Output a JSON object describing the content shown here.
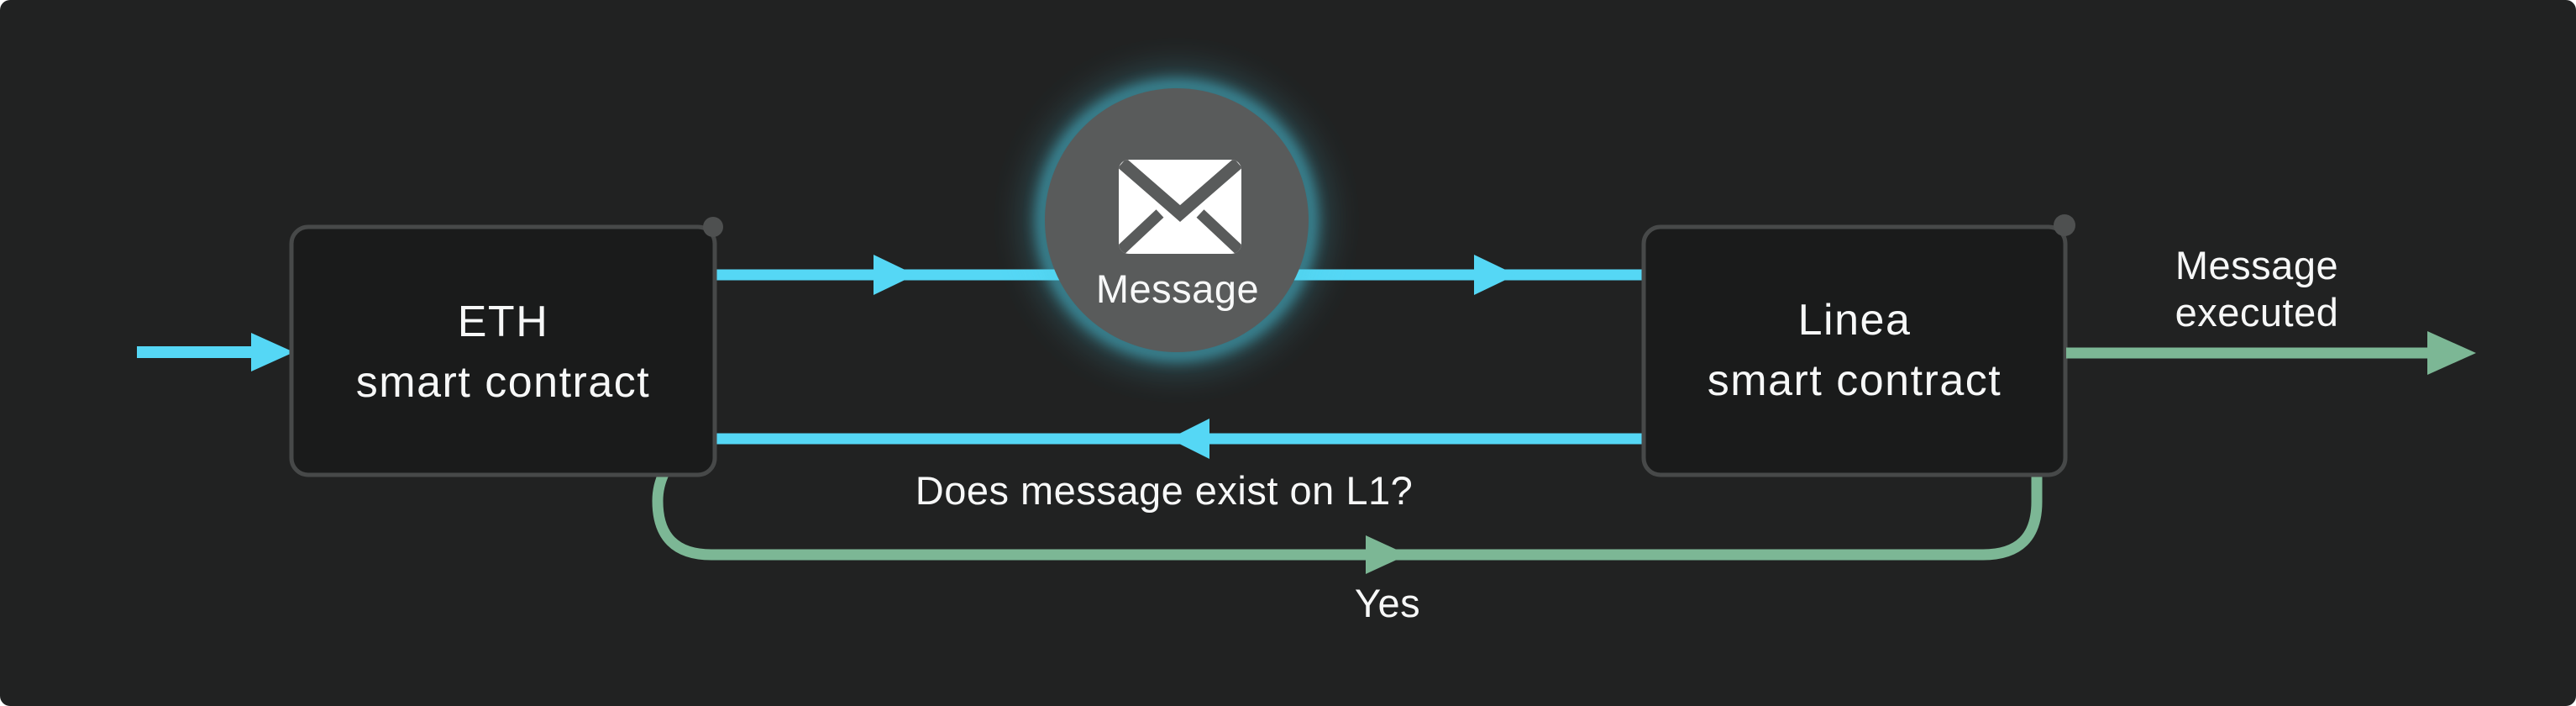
{
  "diagram": {
    "nodes": {
      "eth_contract": {
        "title_line1": "ETH",
        "title_line2": "smart contract"
      },
      "linea_contract": {
        "title_line1": "Linea",
        "title_line2": "smart contract"
      },
      "message": {
        "label": "Message",
        "icon": "envelope-icon"
      }
    },
    "edges": {
      "question": {
        "label": "Does message exist on L1?"
      },
      "yes_loop": {
        "label": "Yes"
      },
      "executed": {
        "label_line1": "Message",
        "label_line2": "executed"
      }
    }
  },
  "colors": {
    "panel": "#212222",
    "box_fill": "#1a1b1b",
    "box_border": "#474949",
    "dot": "#4e5050",
    "cyan": "#55d7f5",
    "teal_thin": "#2e7e93",
    "green": "#7cb795",
    "green_thin": "#55886e",
    "circle_fill": "#595b5b",
    "glow": "#4ed0ea",
    "text": "#f7f8f8"
  }
}
